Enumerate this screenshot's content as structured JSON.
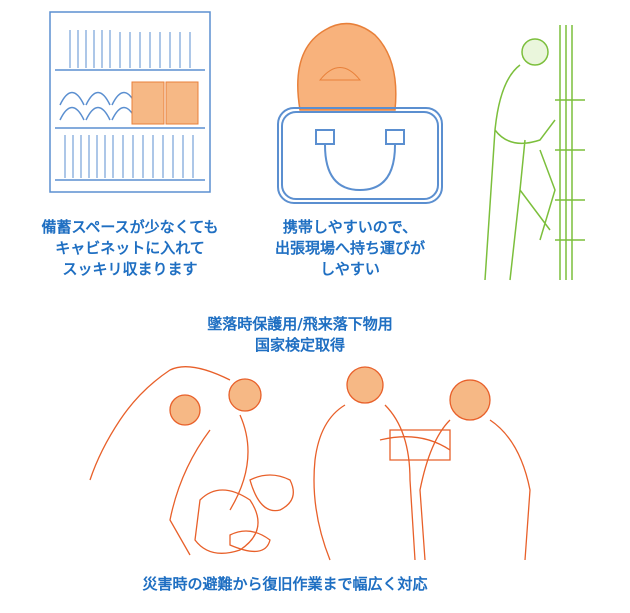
{
  "features": [
    {
      "id": "storage",
      "lines": [
        "備蓄スペースが少なくても",
        "キャビネットに入れて",
        "スッキリ収まります"
      ]
    },
    {
      "id": "portable",
      "lines": [
        "携帯しやすいので、",
        "出張現場へ持ち運びが",
        "しやすい"
      ]
    },
    {
      "id": "certified",
      "lines": [
        "墜落時保護用/飛来落下物用",
        "国家検定取得"
      ]
    },
    {
      "id": "disaster",
      "lines": [
        "災害時の避難から復旧作業まで幅広く対応"
      ]
    }
  ],
  "colors": {
    "text": "#1f6fc2",
    "cabinet": "#5b8fd0",
    "helmet": "#f0a060",
    "climber": "#7cbf3c",
    "rescue": "#e8602a"
  }
}
